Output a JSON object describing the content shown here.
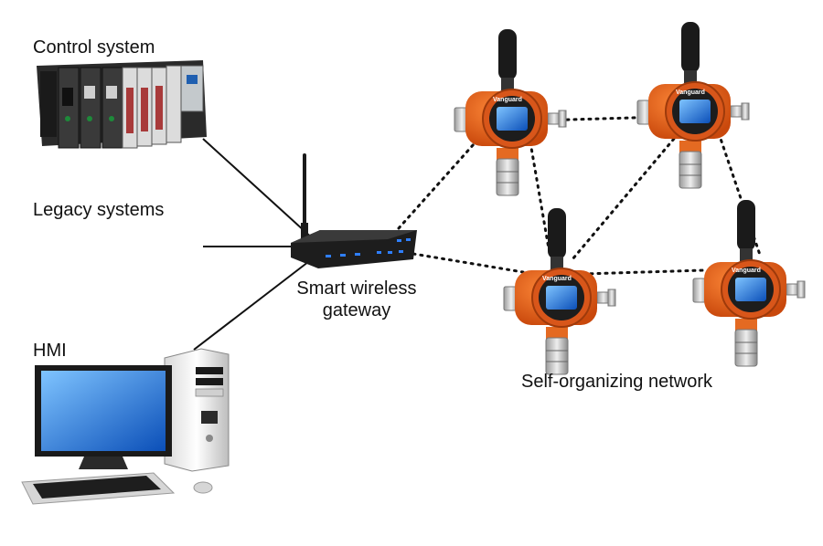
{
  "labels": {
    "control_system": "Control system",
    "legacy_systems": "Legacy systems",
    "hmi": "HMI",
    "gateway_line1": "Smart wireless",
    "gateway_line2": "gateway",
    "network": "Self-organizing network"
  },
  "device_brand": "Vanguard",
  "colors": {
    "device_orange": "#e8661c",
    "screen_blue": "#2a5fd0",
    "cable": "#111111",
    "mesh_link": "#111111"
  },
  "icons": {
    "control_system": "plc-rack-icon",
    "gateway": "wireless-router-icon",
    "hmi": "desktop-computer-icon",
    "transmitter": "wireless-gas-detector-icon"
  }
}
